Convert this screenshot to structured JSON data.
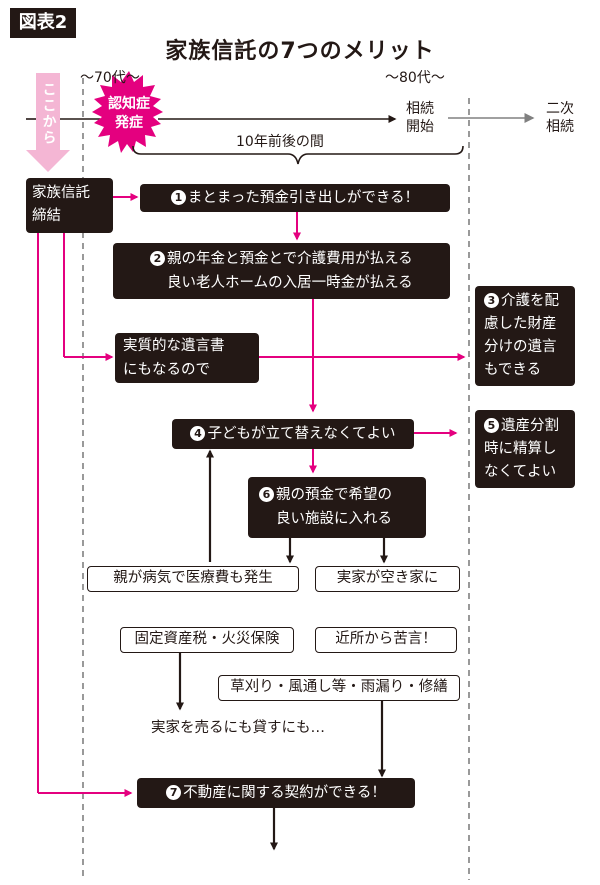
{
  "figure_tag": "図表2",
  "title": "家族信託の7つのメリット",
  "timeline": {
    "start_label": "ここから",
    "age70": "〜70代〜",
    "age80": "〜80代〜",
    "burst_line1": "認知症",
    "burst_line2": "発症",
    "inherit_start_line1": "相続",
    "inherit_start_line2": "開始",
    "second_line1": "二次",
    "second_line2": "相続",
    "span_label": "10年前後の間"
  },
  "trust_box": {
    "line1": "家族信託",
    "line2": "締結"
  },
  "merits": {
    "m1": {
      "num": "1",
      "text": "まとまった預金引き出しができる！"
    },
    "m2": {
      "num": "2",
      "line1": "親の年金と預金とで介護費用が払える",
      "line2": "良い老人ホームの入居一時金が払える"
    },
    "m3": {
      "num": "3",
      "line1": "介護を配",
      "line2": "慮した財産",
      "line3": "分けの遺言",
      "line4": "もできる"
    },
    "m4": {
      "num": "4",
      "text": "子どもが立て替えなくてよい"
    },
    "m5": {
      "num": "5",
      "line1": "遺産分割",
      "line2": "時に精算し",
      "line3": "なくてよい"
    },
    "m6": {
      "num": "6",
      "line1": "親の預金で希望の",
      "line2": "良い施設に入れる"
    },
    "m7": {
      "num": "7",
      "text": "不動産に関する契約ができる！"
    }
  },
  "notes": {
    "will": {
      "line1": "実質的な遺言書",
      "line2": "にもなるので"
    },
    "parent_sick": "親が病気で医療費も発生",
    "vacant": "実家が空き家に",
    "tax": "固定資産税・火災保険",
    "neighbors": "近所から苦言！",
    "maintenance": "草刈り・風通し等・雨漏り・修繕",
    "sell": "実家を売るにも貸すにも…"
  },
  "colors": {
    "accent": "#e4007f",
    "dark": "#231815",
    "pink_light": "#f4b6d4",
    "grey": "#808080"
  }
}
